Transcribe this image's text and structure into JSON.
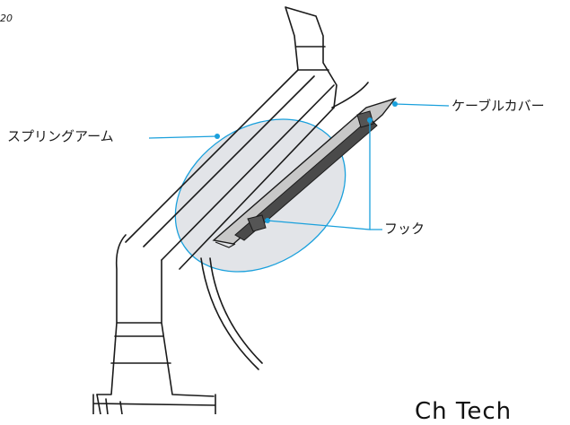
{
  "page_number": "20",
  "labels": {
    "spring_arm": "スプリングアーム",
    "cable_cover": "ケーブルカバー",
    "hook": "フック"
  },
  "brand_text": "Ch Tech",
  "colors": {
    "callout": "#1aa0dc",
    "highlight_fill": "#e2e4e8",
    "outline": "#1a1a1a",
    "cover_fill": "#bfbfbf"
  }
}
